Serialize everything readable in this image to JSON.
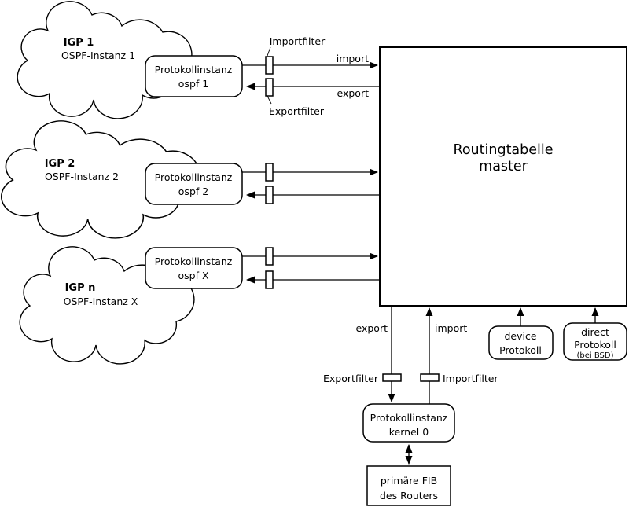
{
  "colors": {
    "ink": "#000000",
    "paper": "#ffffff"
  },
  "clouds": [
    {
      "title": "IGP 1",
      "subtitle": "OSPF-Instanz 1"
    },
    {
      "title": "IGP 2",
      "subtitle": "OSPF-Instanz 2"
    },
    {
      "title": "IGP n",
      "subtitle": "OSPF-Instanz X"
    }
  ],
  "protocol_instances": [
    {
      "line1": "Protokollinstanz",
      "line2": "ospf 1"
    },
    {
      "line1": "Protokollinstanz",
      "line2": "ospf 2"
    },
    {
      "line1": "Protokollinstanz",
      "line2": "ospf X"
    }
  ],
  "routing_table": {
    "line1": "Routingtabelle",
    "line2": "master"
  },
  "top_labels": {
    "importfilter": "Importfilter",
    "exportfilter": "Exportfilter",
    "import": "import",
    "export": "export"
  },
  "bottom_labels": {
    "export": "export",
    "import": "import",
    "exportfilter": "Exportfilter",
    "importfilter": "Importfilter"
  },
  "kernel_instance": {
    "line1": "Protokollinstanz",
    "line2": "kernel 0"
  },
  "fib": {
    "line1": "primäre FIB",
    "line2": "des Routers"
  },
  "device_protocol": {
    "line1": "device",
    "line2": "Protokoll"
  },
  "direct_protocol": {
    "line1": "direct",
    "line2": "Protokoll",
    "line3": "(bei BSD)"
  }
}
